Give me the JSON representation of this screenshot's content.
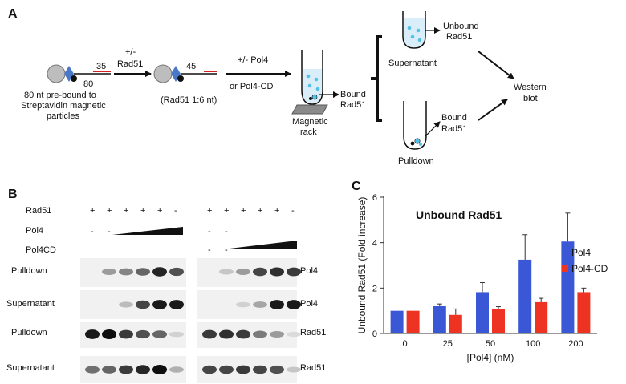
{
  "panel_a": {
    "letter": "A",
    "substrate_top": "35",
    "substrate_bottom": "80",
    "substrate_caption_1": "80 nt pre-bound to",
    "substrate_caption_2": "Streptavidin magnetic",
    "substrate_caption_3": "particles",
    "step1_top": "+/-",
    "step1_bottom": "Rad51",
    "mid_number": "45",
    "mid_caption": "(Rad51 1:6 nt)",
    "step2_top": "+/- Pol4",
    "step2_bottom": "or Pol4-CD",
    "bound_1": "Bound",
    "bound_2": "Rad51",
    "rack_1": "Magnetic",
    "rack_2": "rack",
    "supernatant": "Supernatant",
    "unbound_1": "Unbound",
    "unbound_2": "Rad51",
    "pulldown": "Pulldown",
    "pd_bound_1": "Bound",
    "pd_bound_2": "Rad51",
    "western_1": "Western",
    "western_2": "blot"
  },
  "panel_b": {
    "letter": "B",
    "rows": [
      "Rad51",
      "Pol4",
      "Pol4CD"
    ],
    "left_rad51_signs": [
      "+",
      "+",
      "+",
      "+",
      "+",
      "-"
    ],
    "left_pol4_signs": [
      "-",
      "-"
    ],
    "right_rad51_signs": [
      "+",
      "+",
      "+",
      "+",
      "+",
      "-"
    ],
    "right_pol4_signs": [
      "-",
      "-"
    ],
    "right_pol4cd_signs": [
      "-",
      "-"
    ],
    "blot_rows": [
      "Pulldown",
      "Supernatant",
      "Pulldown",
      "Supernatant"
    ],
    "blot_proteins": [
      "Pol4",
      "Pol4",
      "Rad51",
      "Rad51"
    ]
  },
  "panel_c": {
    "letter": "C"
  },
  "chart_data": {
    "type": "bar",
    "title": "Unbound Rad51",
    "xlabel": "[Pol4] (nM)",
    "ylabel": "Unbound Rad51 (Fold increase)",
    "categories": [
      "0",
      "25",
      "50",
      "100",
      "200"
    ],
    "ylim": [
      0,
      6
    ],
    "yticks": [
      "0",
      "2",
      "4",
      "6"
    ],
    "legend_position": "right",
    "series": [
      {
        "name": "Pol4",
        "color": "#3a57d6",
        "values": [
          1.0,
          1.2,
          1.82,
          3.25,
          4.05
        ],
        "errors": [
          0.0,
          0.1,
          0.42,
          1.1,
          1.25
        ]
      },
      {
        "name": "Pol4-CD",
        "color": "#ee3322",
        "values": [
          1.0,
          0.82,
          1.08,
          1.38,
          1.82
        ],
        "errors": [
          0.0,
          0.26,
          0.1,
          0.17,
          0.18
        ]
      }
    ]
  }
}
